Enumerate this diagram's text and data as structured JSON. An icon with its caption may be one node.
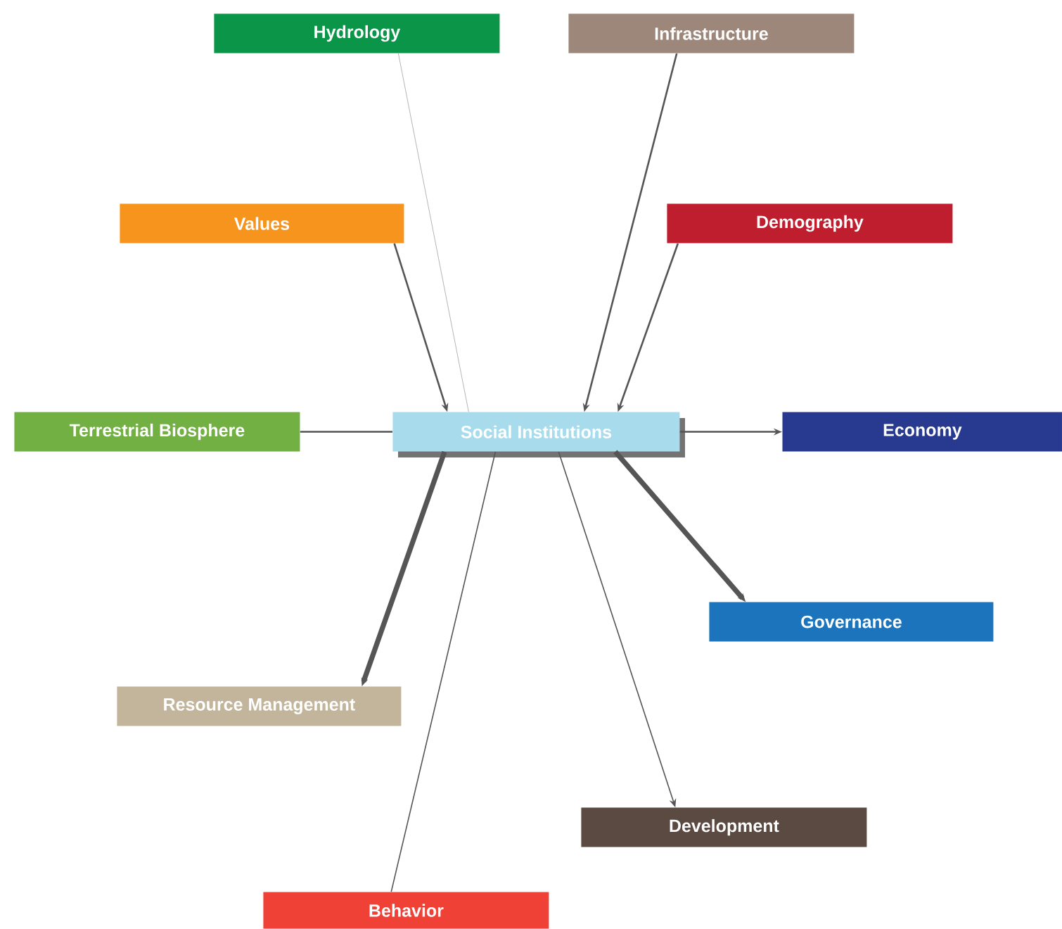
{
  "diagram": {
    "nodes": [
      {
        "text": [
          "Hydrology"
        ]
      },
      {
        "text": [
          "Infrastructure"
        ]
      },
      {
        "text": [
          "Values"
        ]
      },
      {
        "text": [
          "Demography"
        ]
      },
      {
        "text": [
          "Terrestrial Biosphere"
        ]
      },
      {
        "text": [
          "Social Institutions"
        ]
      },
      {
        "text": [
          "Economy"
        ]
      },
      {
        "text": [
          "Governance"
        ]
      },
      {
        "text": [
          "Resource Management"
        ]
      },
      {
        "text": [
          "Development"
        ]
      },
      {
        "text": [
          "Behavior"
        ]
      }
    ],
    "edges": [
      {
        "from": 0,
        "to": 5,
        "arrow": "none",
        "color": "#b5b5b5"
      },
      {
        "from": 1,
        "to": 5,
        "arrow": "to"
      },
      {
        "from": 2,
        "to": 5,
        "arrow": "to"
      },
      {
        "from": 3,
        "to": 5,
        "arrow": "to"
      },
      {
        "from": 4,
        "to": 5,
        "arrow": "none"
      },
      {
        "from": 5,
        "to": 6,
        "arrow": "to"
      },
      {
        "from": 5,
        "to": 7,
        "arrow": "to",
        "style": "thick"
      },
      {
        "from": 5,
        "to": 8,
        "arrow": "to",
        "style": "thick"
      },
      {
        "from": 5,
        "to": 10,
        "arrow": "none"
      },
      {
        "from": 5,
        "to": 9,
        "arrow": "to"
      }
    ]
  }
}
